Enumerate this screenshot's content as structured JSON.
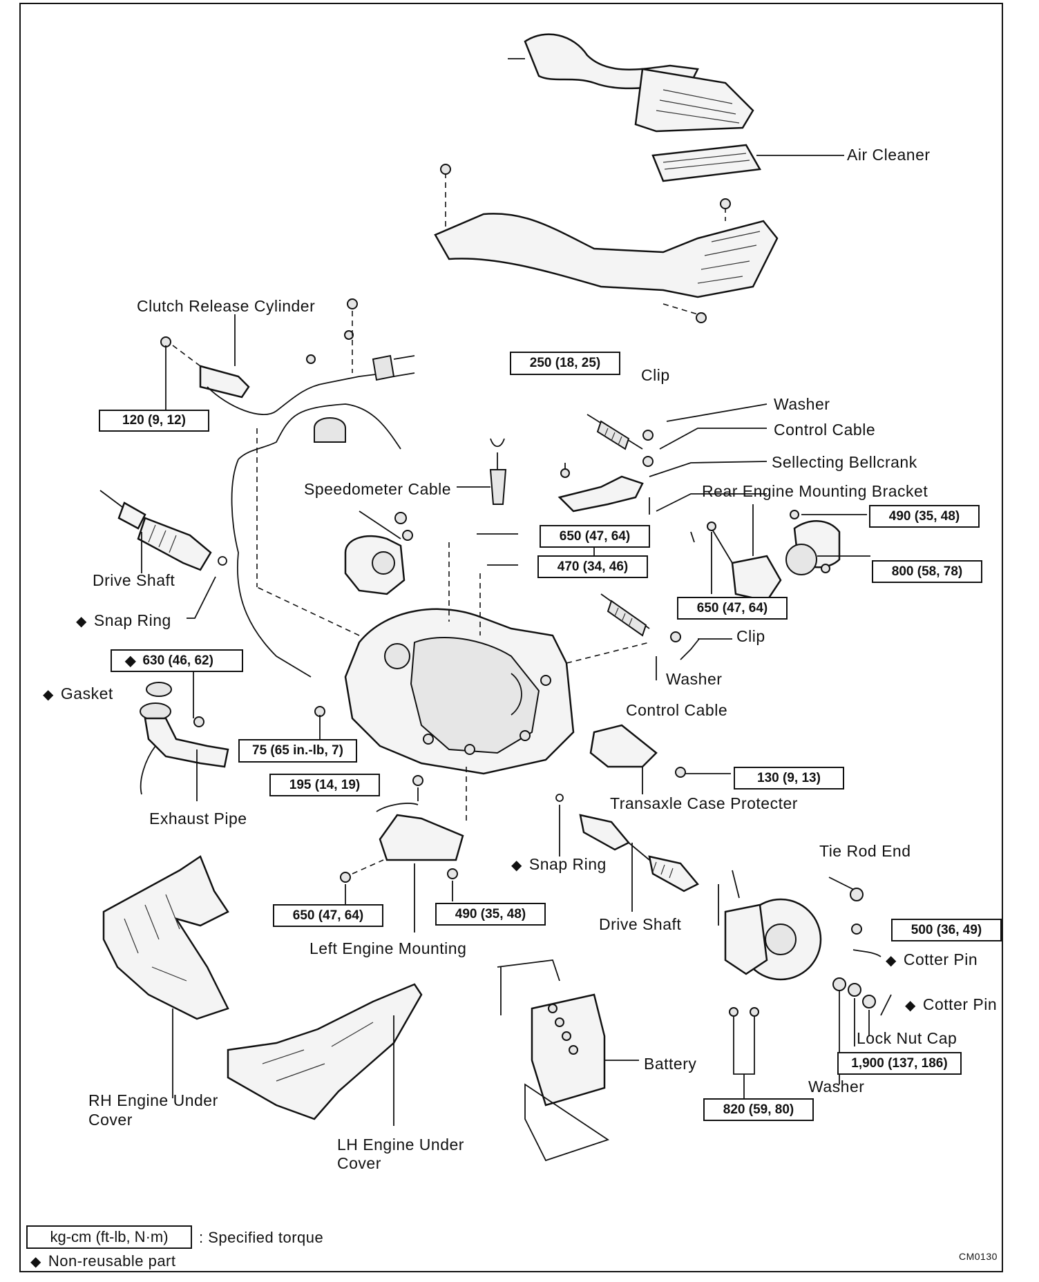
{
  "labels": {
    "air_cleaner": "Air Cleaner",
    "clutch_release_cylinder": "Clutch Release Cylinder",
    "clip_1": "Clip",
    "washer_1": "Washer",
    "control_cable_1": "Control Cable",
    "selecting_bellcrank": "Sellecting Bellcrank",
    "rear_engine_mounting_bracket": "Rear Engine Mounting Bracket",
    "speedometer_cable": "Speedometer Cable",
    "drive_shaft_left": "Drive Shaft",
    "snap_ring_left": "Snap Ring",
    "gasket": "Gasket",
    "clip_2": "Clip",
    "washer_2": "Washer",
    "control_cable_2": "Control Cable",
    "exhaust_pipe": "Exhaust Pipe",
    "transaxle_case_protector": "Transaxle Case Protecter",
    "snap_ring_right": "Snap Ring",
    "tie_rod_end": "Tie Rod End",
    "drive_shaft_right": "Drive Shaft",
    "cotter_pin_1": "Cotter Pin",
    "cotter_pin_2": "Cotter Pin",
    "lock_nut_cap": "Lock Nut Cap",
    "left_engine_mounting": "Left Engine Mounting",
    "battery": "Battery",
    "washer_3": "Washer",
    "rh_engine_under_cover_1": "RH Engine Under",
    "rh_engine_under_cover_2": "Cover",
    "lh_engine_under_cover_1": "LH Engine Under",
    "lh_engine_under_cover_2": "Cover"
  },
  "torques": {
    "t120": "120 (9, 12)",
    "t250": "250 (18, 25)",
    "t650_a": "650 (47, 64)",
    "t470": "470 (34, 46)",
    "t490_a": "490 (35, 48)",
    "t800": "800 (58, 78)",
    "t650_b": "650 (47, 64)",
    "t630": "630 (46, 62)",
    "t75": "75 (65 in.-lb, 7)",
    "t195": "195 (14, 19)",
    "t130": "130 (9, 13)",
    "t650_c": "650 (47, 64)",
    "t490_b": "490 (35, 48)",
    "t500": "500 (36, 49)",
    "t1900": "1,900 (137, 186)",
    "t820": "820 (59, 80)"
  },
  "non_reusable_marker": "◆",
  "legend": {
    "unit_box": "kg-cm (ft-lb, N·m)",
    "unit_desc": ":  Specified torque",
    "nonreusable_desc": "Non-reusable part"
  },
  "figure_code": "CM0130"
}
